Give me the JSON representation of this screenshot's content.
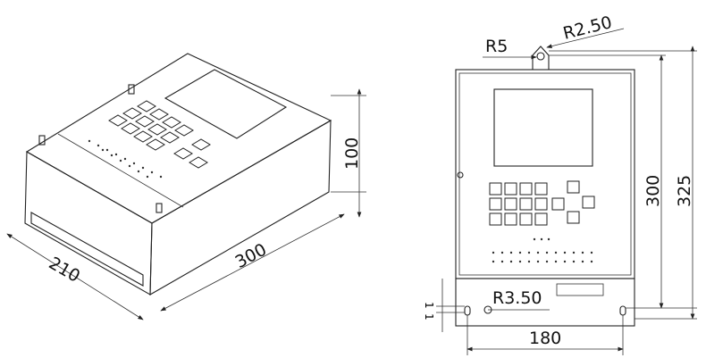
{
  "iso_view": {
    "dims": {
      "width": "210",
      "length": "300",
      "height": "100"
    }
  },
  "front_view": {
    "dims": {
      "radius_top_small": "R5",
      "radius_top_hole": "R2.50",
      "radius_mount": "R3.50",
      "height_inner": "300",
      "height_total": "325",
      "hole_spacing": "180",
      "offset_a": "1",
      "offset_b": "1"
    }
  }
}
